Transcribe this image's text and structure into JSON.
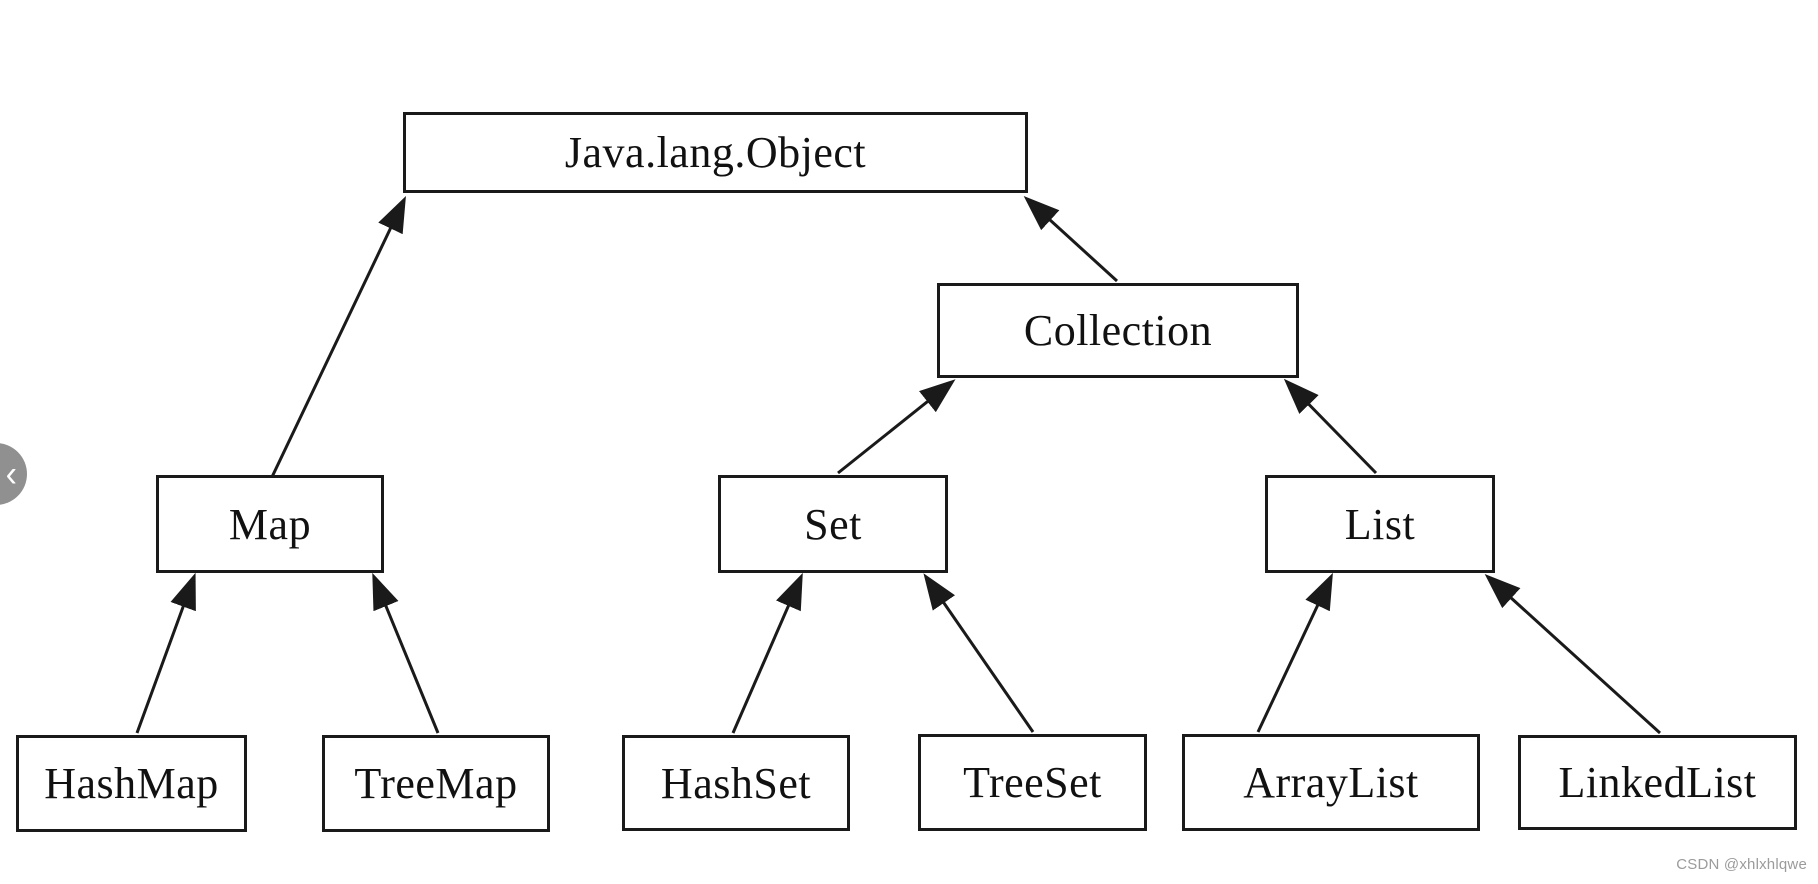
{
  "watermark": "CSDN @xhlxhlqwe",
  "nav": {
    "prev_label": "‹"
  },
  "diagram": {
    "type": "class-hierarchy",
    "nodes": {
      "object": {
        "label": "Java.lang.Object"
      },
      "collection": {
        "label": "Collection"
      },
      "map": {
        "label": "Map"
      },
      "set": {
        "label": "Set"
      },
      "list": {
        "label": "List"
      },
      "hashmap": {
        "label": "HashMap"
      },
      "treemap": {
        "label": "TreeMap"
      },
      "hashset": {
        "label": "HashSet"
      },
      "treeset": {
        "label": "TreeSet"
      },
      "arraylist": {
        "label": "ArrayList"
      },
      "linkedlist": {
        "label": "LinkedList"
      }
    },
    "edges": [
      {
        "from": "map",
        "to": "object"
      },
      {
        "from": "collection",
        "to": "object"
      },
      {
        "from": "set",
        "to": "collection"
      },
      {
        "from": "list",
        "to": "collection"
      },
      {
        "from": "hashmap",
        "to": "map"
      },
      {
        "from": "treemap",
        "to": "map"
      },
      {
        "from": "hashset",
        "to": "set"
      },
      {
        "from": "treeset",
        "to": "set"
      },
      {
        "from": "arraylist",
        "to": "list"
      },
      {
        "from": "linkedlist",
        "to": "list"
      }
    ],
    "colors": {
      "line": "#1a1a1a",
      "box_border": "#1a1a1a",
      "text": "#111111",
      "watermark": "#9b9b9b",
      "nav_circle": "#909090"
    }
  }
}
